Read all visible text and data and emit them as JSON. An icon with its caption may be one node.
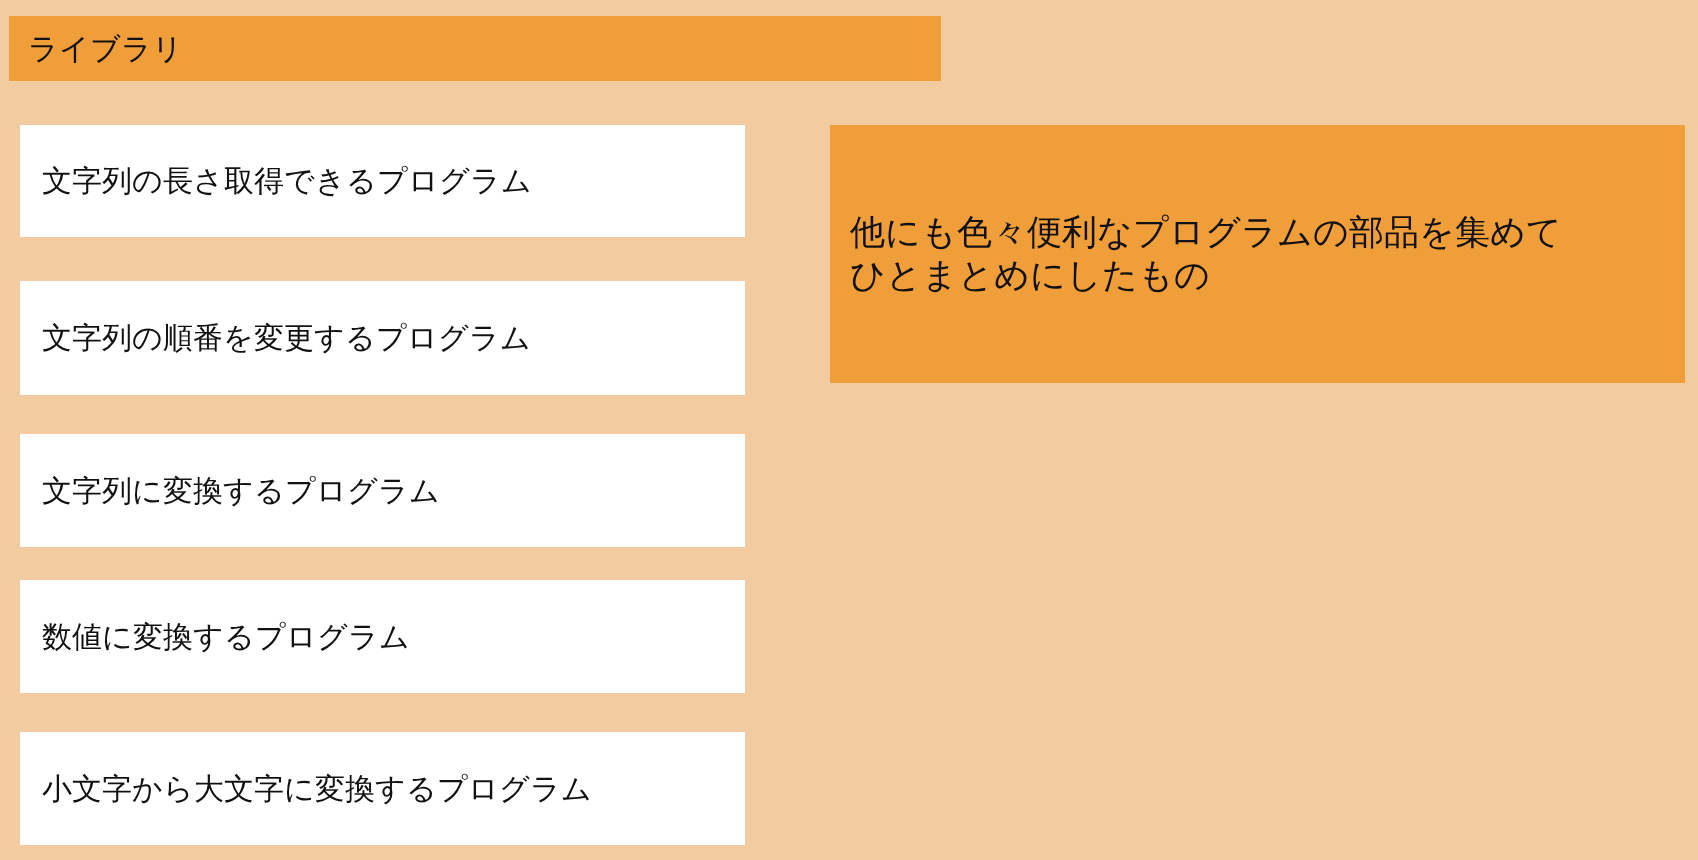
{
  "diagram": {
    "nodes": [
      {
        "text": [
          "ライブラリ"
        ]
      },
      {
        "text": [
          "文字列の長さ取得できるプログラム"
        ]
      },
      {
        "text": [
          "文字列の順番を変更するプログラム"
        ]
      },
      {
        "text": [
          "文字列に変換するプログラム"
        ]
      },
      {
        "text": [
          "数値に変換するプログラム"
        ]
      },
      {
        "text": [
          "小文字から大文字に変換するプログラム"
        ]
      },
      {
        "text": [
          "他にも色々便利なプログラムの部品を集めてひとまとめにしたもの"
        ]
      }
    ]
  }
}
